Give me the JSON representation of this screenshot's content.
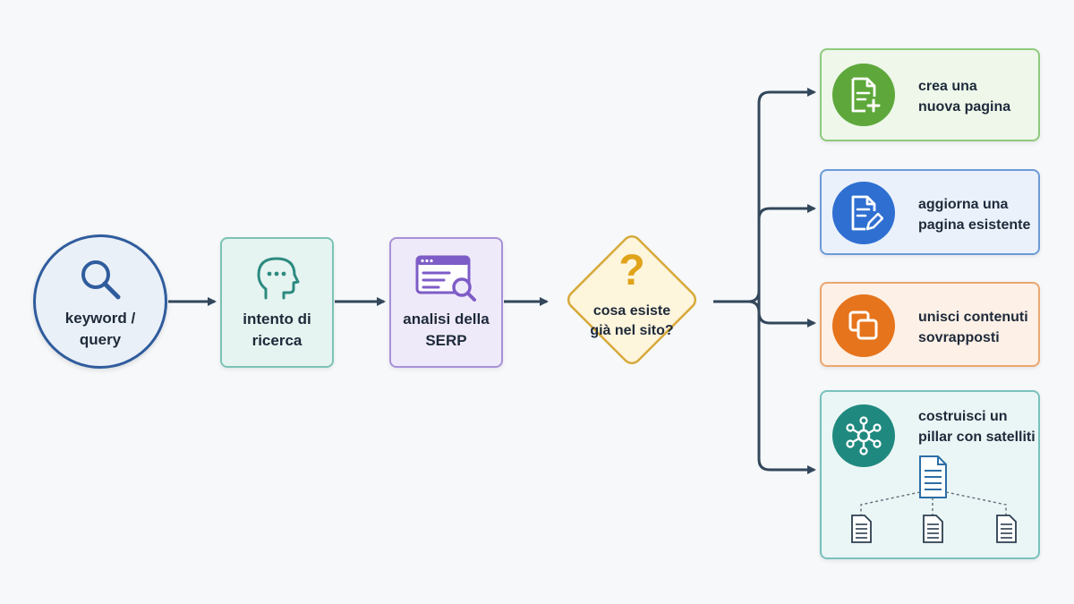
{
  "start": {
    "label_line1": "keyword /",
    "label_line2": "query",
    "icon": "search-icon"
  },
  "intent": {
    "label_line1": "intento di",
    "label_line2": "ricerca",
    "icon": "head-thinking-icon"
  },
  "serp": {
    "label_line1": "analisi della",
    "label_line2": "SERP",
    "icon": "browser-search-icon"
  },
  "decision": {
    "symbol": "?",
    "label_line1": "cosa esiste",
    "label_line2": "già nel sito?"
  },
  "outcomes": [
    {
      "label_line1": "crea una",
      "label_line2": "nuova pagina",
      "icon": "document-plus-icon",
      "color": "#5ea83b"
    },
    {
      "label_line1": "aggiorna una",
      "label_line2": "pagina esistente",
      "icon": "document-edit-icon",
      "color": "#2f6fd1"
    },
    {
      "label_line1": "unisci contenuti",
      "label_line2": "sovrapposti",
      "icon": "overlap-squares-icon",
      "color": "#e6741c"
    },
    {
      "label_line1": "costruisci un",
      "label_line2": "pillar con satelliti",
      "icon": "hub-network-icon",
      "color": "#20897f"
    }
  ],
  "colors": {
    "connector": "#33475b",
    "decision_border": "#d7a93a",
    "decision_fill": "#fdf5dc"
  }
}
